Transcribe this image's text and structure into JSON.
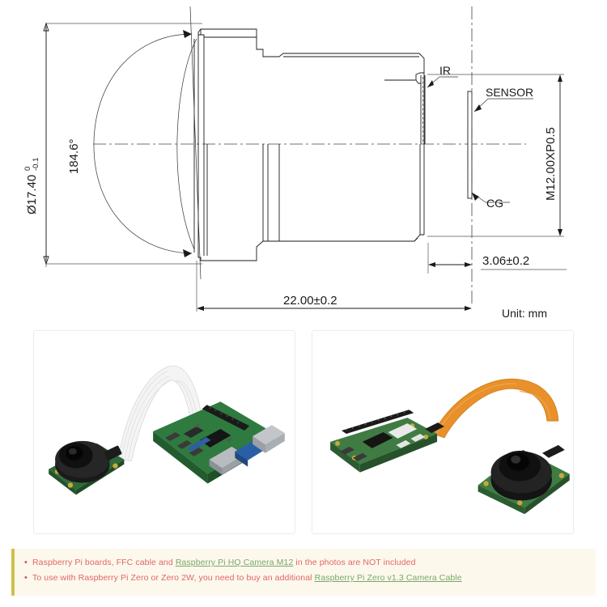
{
  "drawing": {
    "title": "M12 lens cross-section technical drawing",
    "unit_note": "Unit: mm",
    "dimensions": {
      "diameter": {
        "name": "outer-diameter",
        "value": "Ø17.40",
        "tol_upper": "0",
        "tol_lower": "-0.1",
        "orientation": "vertical-left"
      },
      "field_of_view": {
        "name": "field-of-view-angle",
        "value": "184.6°",
        "orientation": "vertical-left"
      },
      "thread": {
        "name": "mount-thread",
        "value": "M12.00XP0.5",
        "orientation": "vertical-right"
      },
      "back_focal": {
        "name": "back-focal-length",
        "value": "3.06±0.2",
        "orientation": "horizontal"
      },
      "total_length": {
        "name": "total-length",
        "value": "22.00±0.2",
        "orientation": "horizontal"
      }
    },
    "callouts": [
      {
        "id": "ir",
        "label": "IR"
      },
      {
        "id": "sensor",
        "label": "SENSOR"
      },
      {
        "id": "cg",
        "label": "CG"
      }
    ]
  },
  "photos": [
    {
      "id": "photo-pi4-camera",
      "alt": "Raspberry Pi 4 board connected to HQ camera module M12 with white FFC ribbon cable",
      "cable_color": "#f2f2f2",
      "board_color": "#2f6b3a"
    },
    {
      "id": "photo-pizero-camera",
      "alt": "Raspberry Pi Zero 2W connected to camera module with orange FFC cable",
      "cable_color": "#e8912a",
      "board_color": "#3f7b42"
    }
  ],
  "notice": {
    "accent_color": "#cfc14a",
    "background_color": "#fdf8ec",
    "text_color": "#e06666",
    "link_color": "#79a86b",
    "bullet": "•",
    "items": [
      {
        "before": "Raspberry Pi boards, FFC cable and ",
        "link": "Raspberry Pi HQ Camera M12",
        "after": " in the photos are NOT included"
      },
      {
        "before": "To use with Raspberry Pi Zero or Zero 2W, you need to buy an additional ",
        "link": "Raspberry Pi Zero v1.3 Camera Cable",
        "after": ""
      }
    ]
  }
}
